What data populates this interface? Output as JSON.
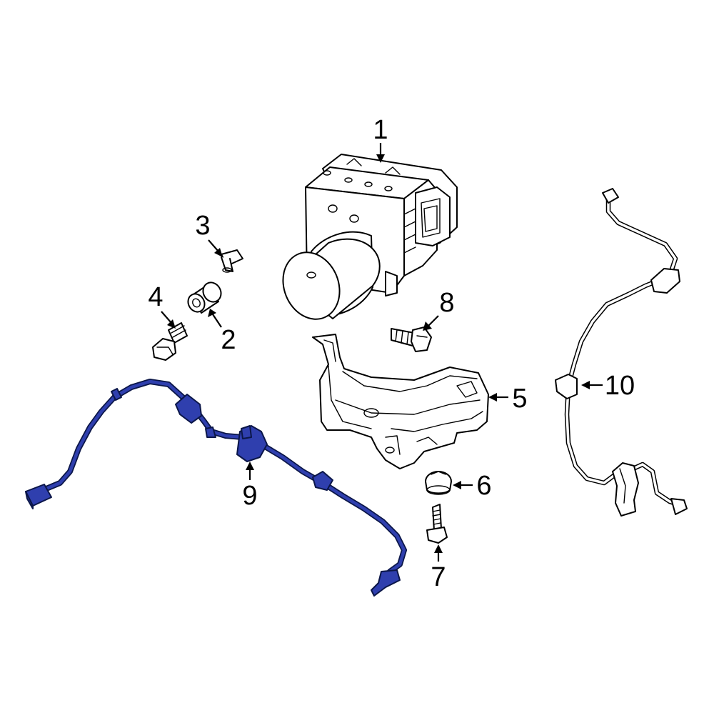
{
  "diagram": {
    "highlight_color": "#2f3fae",
    "callouts": [
      {
        "key": "c1",
        "label": "1"
      },
      {
        "key": "c2",
        "label": "2"
      },
      {
        "key": "c3",
        "label": "3"
      },
      {
        "key": "c4",
        "label": "4"
      },
      {
        "key": "c5",
        "label": "5"
      },
      {
        "key": "c6",
        "label": "6"
      },
      {
        "key": "c7",
        "label": "7"
      },
      {
        "key": "c8",
        "label": "8"
      },
      {
        "key": "c9",
        "label": "9"
      },
      {
        "key": "c10",
        "label": "10"
      }
    ]
  }
}
